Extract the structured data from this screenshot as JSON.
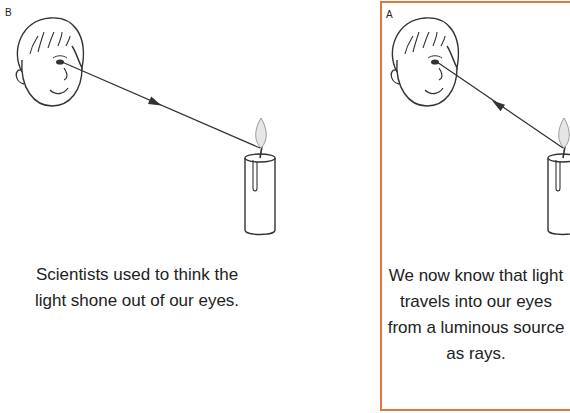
{
  "diagram": {
    "nodes": [
      {
        "text": [
          "A",
          "We now know that light travels into our eyes from a luminous source as rays."
        ]
      }
    ],
    "labels": [
      "B",
      "Scientists used to think the light shone out of our eyes."
    ]
  }
}
